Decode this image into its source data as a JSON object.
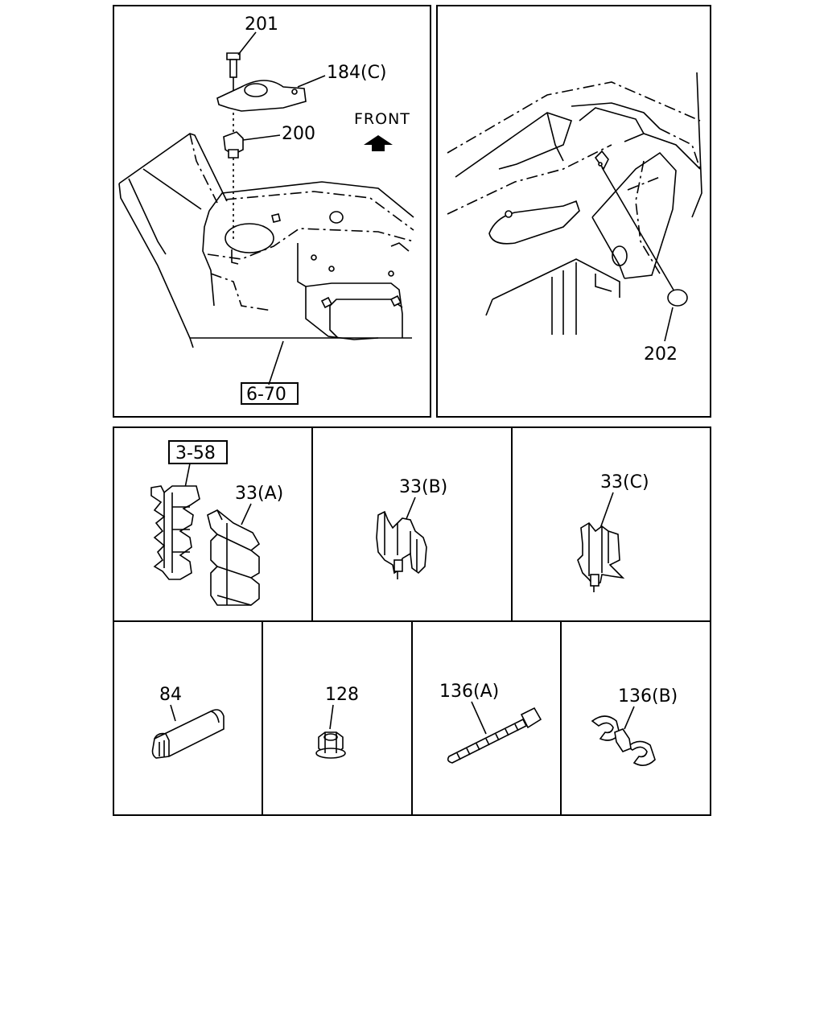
{
  "top_left": {
    "labels": {
      "bolt": "201",
      "bracket": "184(C)",
      "nut": "200",
      "direction": "FRONT",
      "ref": "6-70"
    }
  },
  "top_right": {
    "labels": {
      "plug": "202"
    }
  },
  "middle_row": {
    "clip_a": {
      "ref": "3-58",
      "label": "33(A)"
    },
    "clip_b": {
      "label": "33(B)"
    },
    "clip_c": {
      "label": "33(C)"
    }
  },
  "bottom_row": {
    "trim": {
      "label": "84"
    },
    "flange_nut": {
      "label": "128"
    },
    "cable_tie": {
      "label": "136(A)"
    },
    "double_clip": {
      "label": "136(B)"
    }
  }
}
